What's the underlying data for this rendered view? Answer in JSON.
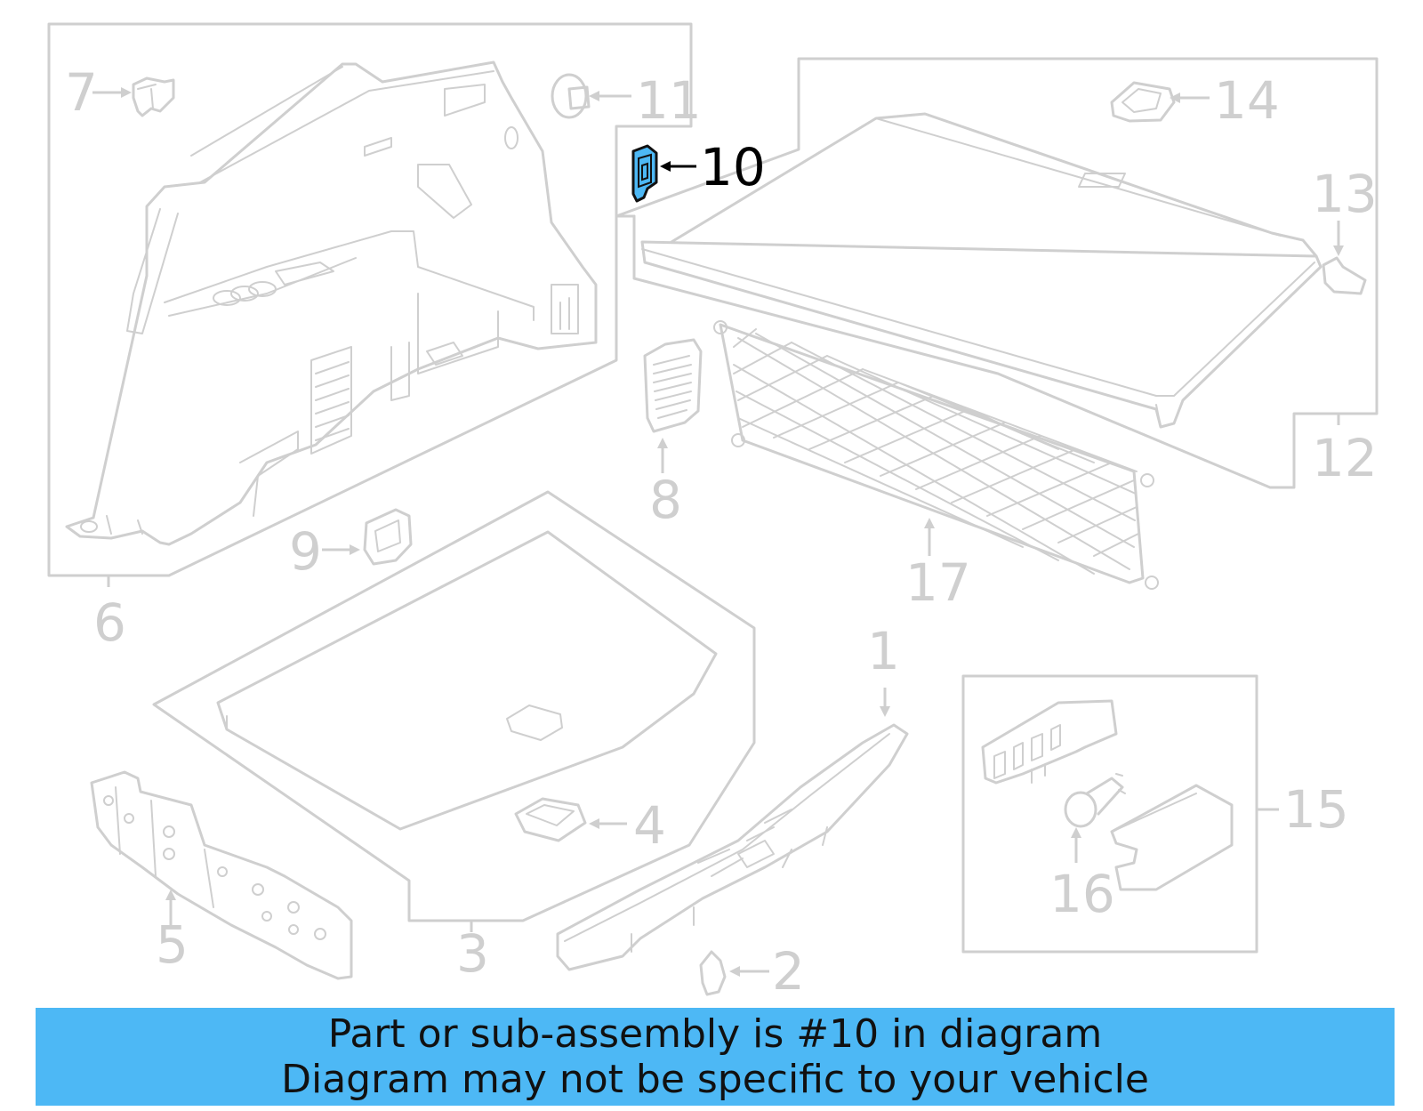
{
  "callouts": {
    "c1": "1",
    "c2": "2",
    "c3": "3",
    "c4": "4",
    "c5": "5",
    "c6": "6",
    "c7": "7",
    "c8": "8",
    "c9": "9",
    "c10": "10",
    "c11": "11",
    "c12": "12",
    "c13": "13",
    "c14": "14",
    "c15": "15",
    "c16": "16",
    "c17": "17"
  },
  "highlight": {
    "part": "10",
    "color": "#4db8f5",
    "line_color": "#cfcfcf"
  },
  "banner": {
    "line1": "Part or sub-assembly is #10 in diagram",
    "line2": "Diagram may not be specific to your vehicle"
  }
}
